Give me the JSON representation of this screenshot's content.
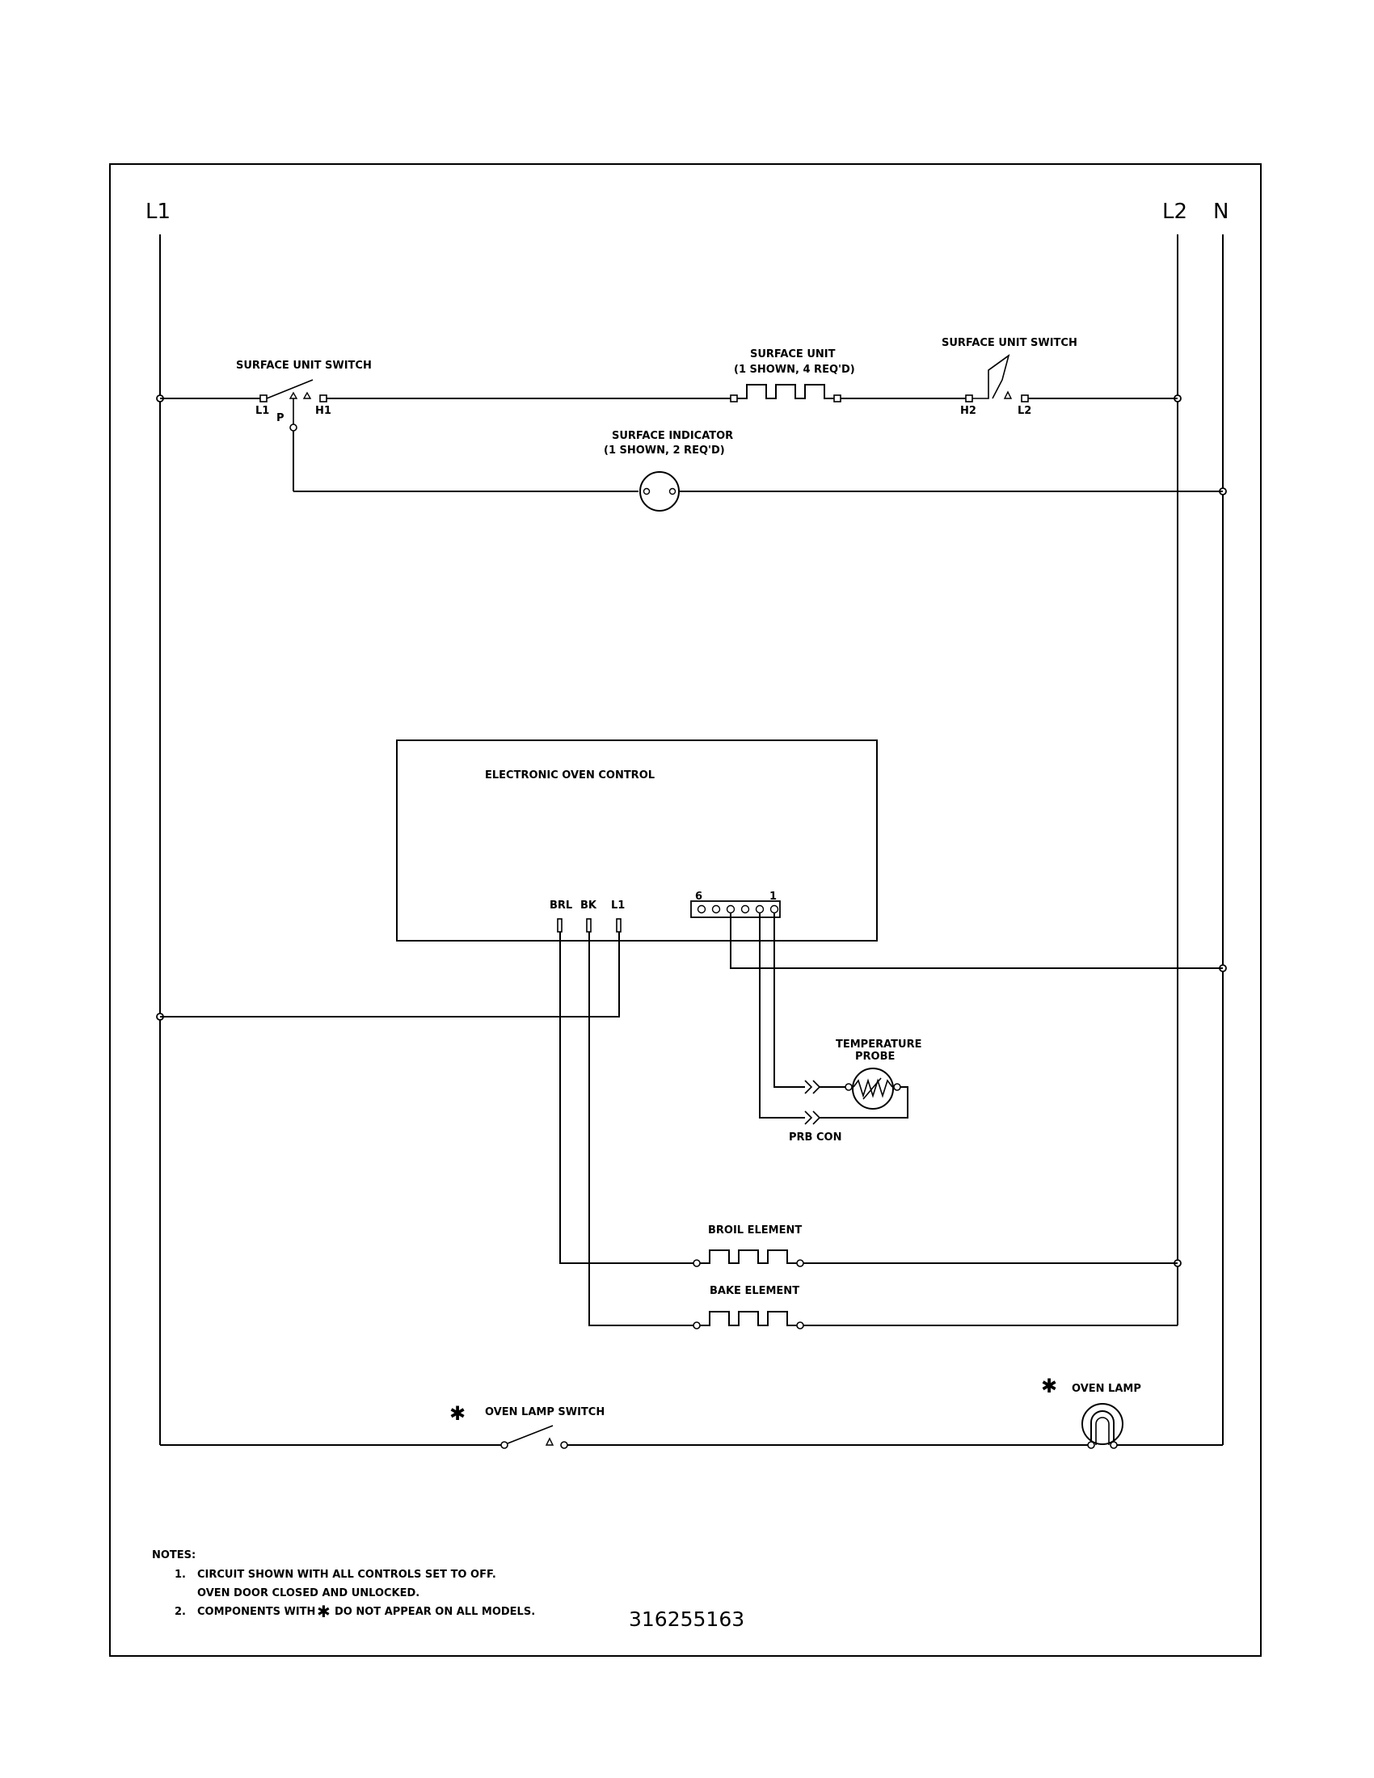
{
  "rails": {
    "l1": "L1",
    "l2": "L2",
    "n": "N"
  },
  "surface_unit_switch_left": {
    "title": "SURFACE UNIT SWITCH",
    "t_l1": "L1",
    "t_p": "P",
    "t_h1": "H1"
  },
  "surface_unit": {
    "title": "SURFACE UNIT",
    "subtitle": "(1 SHOWN, 4 REQ'D)"
  },
  "surface_unit_switch_right": {
    "title": "SURFACE UNIT SWITCH",
    "t_h2": "H2",
    "t_l2": "L2"
  },
  "surface_indicator": {
    "title": "SURFACE INDICATOR",
    "subtitle": "(1 SHOWN, 2 REQ'D)"
  },
  "oven_control": {
    "title": "ELECTRONIC OVEN CONTROL",
    "term_brl": "BRL",
    "term_bk": "BK",
    "term_l1": "L1",
    "conn_6": "6",
    "conn_1": "1"
  },
  "temperature_probe": {
    "title_line1": "TEMPERATURE",
    "title_line2": "PROBE",
    "connector": "PRB CON"
  },
  "broil_element": {
    "title": "BROIL ELEMENT"
  },
  "bake_element": {
    "title": "BAKE ELEMENT"
  },
  "oven_lamp_switch": {
    "star": "✱",
    "title": "OVEN LAMP SWITCH"
  },
  "oven_lamp": {
    "star": "✱",
    "title": "OVEN LAMP"
  },
  "notes": {
    "heading": "NOTES:",
    "n1_num": "1.",
    "n1_line1": "CIRCUIT SHOWN WITH ALL CONTROLS SET TO OFF.",
    "n1_line2": "OVEN DOOR CLOSED AND UNLOCKED.",
    "n2_num": "2.",
    "n2_pre": "COMPONENTS WITH",
    "n2_star": "✱",
    "n2_post": "DO NOT APPEAR ON ALL MODELS."
  },
  "part_number": "316255163"
}
